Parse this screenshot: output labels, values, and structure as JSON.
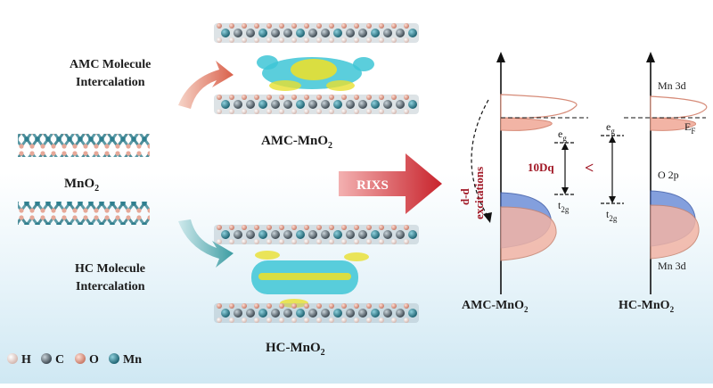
{
  "left": {
    "mno2_label": "MnO",
    "mno2_sub": "2"
  },
  "top_path": {
    "label_line1": "AMC Molecule",
    "label_line2": "Intercalation",
    "product": "AMC-MnO",
    "product_sub": "2"
  },
  "bottom_path": {
    "label_line1": "HC Molecule",
    "label_line2": "Intercalation",
    "product": "HC-MnO",
    "product_sub": "2"
  },
  "rixs_label": "RIXS",
  "legend": [
    {
      "symbol": "H",
      "color": "#f0d9d2"
    },
    {
      "symbol": "C",
      "color": "#6b7b86"
    },
    {
      "symbol": "O",
      "color": "#e9a08f"
    },
    {
      "symbol": "Mn",
      "color": "#2f7f8f"
    }
  ],
  "energy_diagram": {
    "dd_line1": "d-d",
    "dd_line2": "excitations",
    "tenDq": "10Dq",
    "comparison": "<",
    "eg": "e",
    "eg_sub": "g",
    "t2g": "t",
    "t2g_sub": "2g",
    "mn3d_top": "Mn 3d",
    "o2p": "O 2p",
    "mn3d_bottom": "Mn 3d",
    "ef": "E",
    "ef_sub": "F",
    "left_caption": "AMC-MnO",
    "left_caption_sub": "2",
    "right_caption": "HC-MnO",
    "right_caption_sub": "2"
  }
}
